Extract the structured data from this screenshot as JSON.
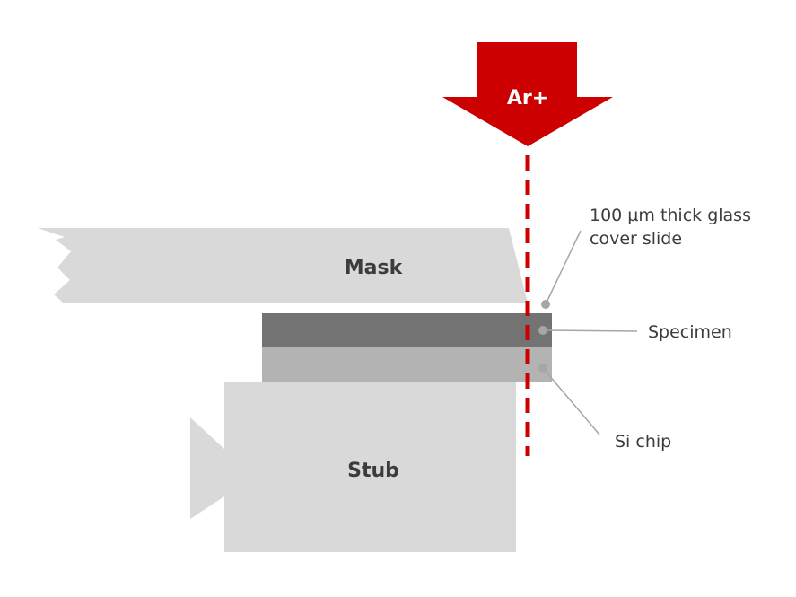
{
  "labels": {
    "ion": "Ar+",
    "mask": "Mask",
    "stub": "Stub",
    "glass_line1": "100 µm thick glass",
    "glass_line2": "cover slide",
    "specimen": "Specimen",
    "si_chip": "Si chip"
  },
  "colors": {
    "beam": "#cc0000",
    "mask_fill": "#d9d9d9",
    "stub_fill": "#d9d9d9",
    "specimen_fill": "#737373",
    "si_chip_fill": "#b3b3b3",
    "leader": "#a6a6a6",
    "text": "#3c3c3c"
  }
}
